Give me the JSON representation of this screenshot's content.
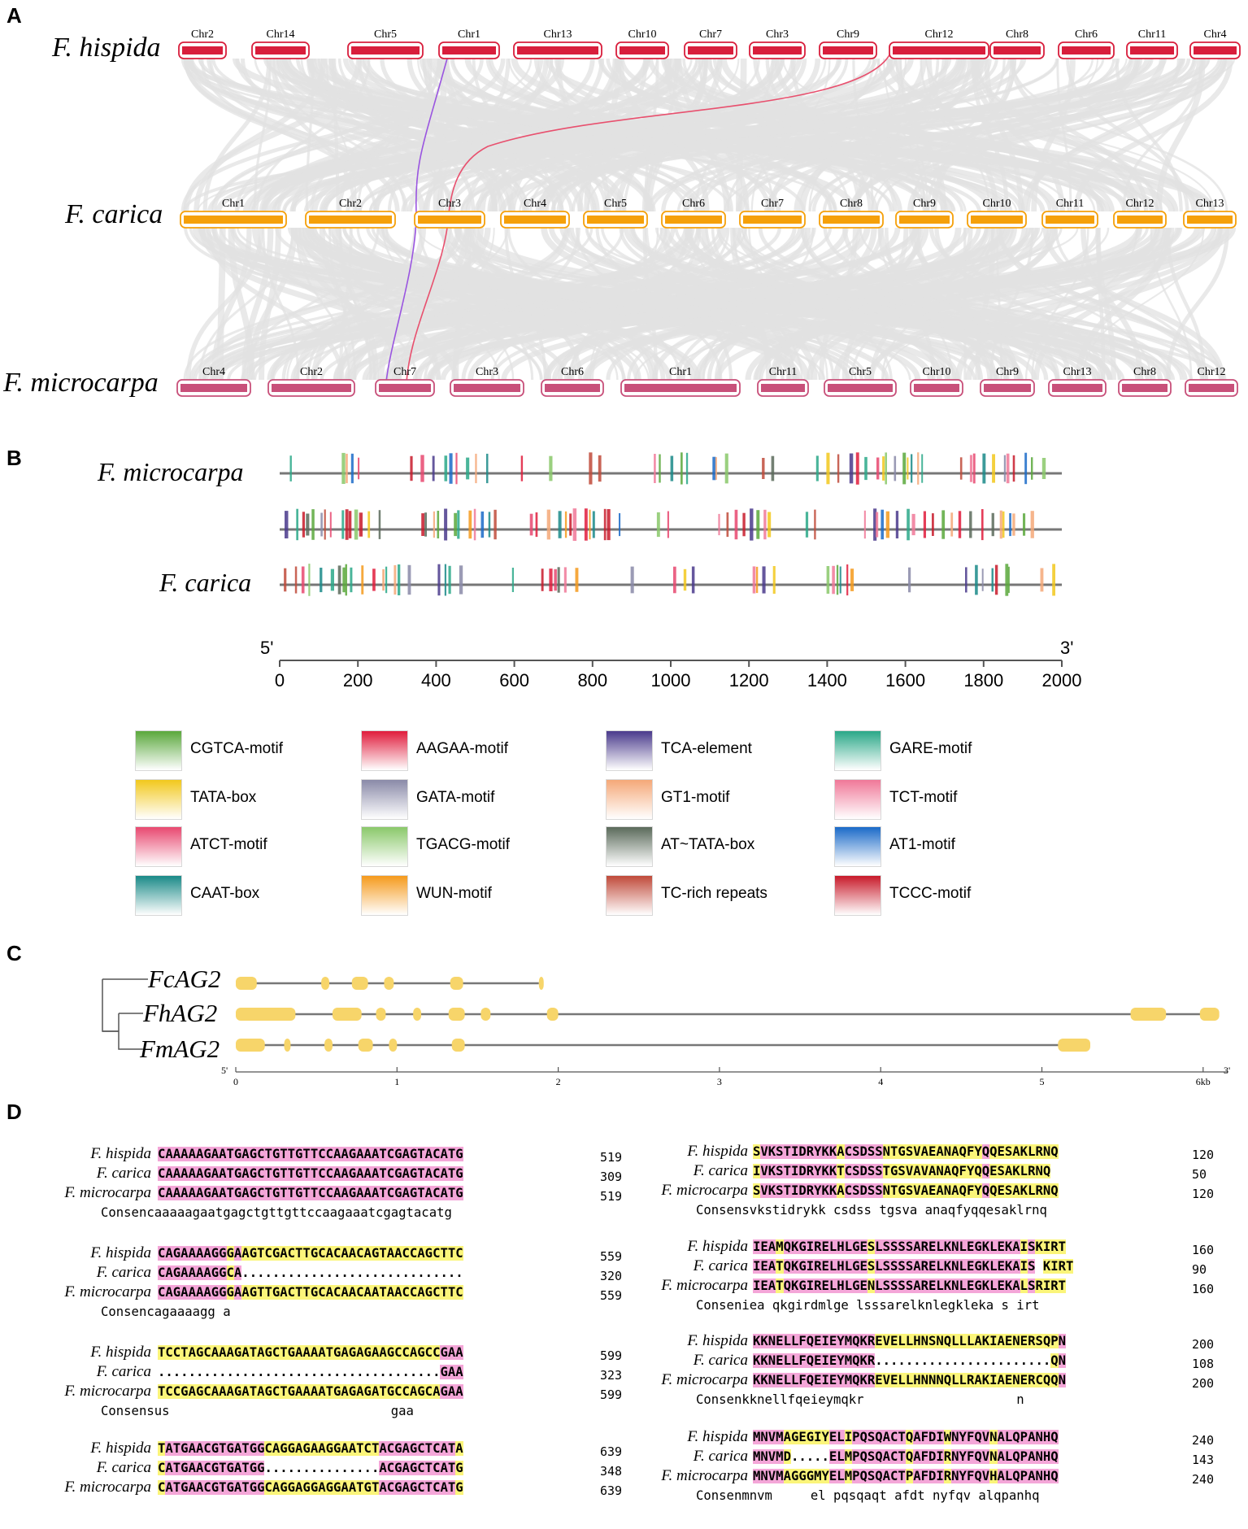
{
  "panels": {
    "a": "A",
    "b": "B",
    "c": "C",
    "d": "D"
  },
  "panelA": {
    "species": [
      "F. hispida",
      "F. carica",
      "F. microcarpa"
    ],
    "hispida_chr": [
      "Chr2",
      "Chr14",
      "Chr5",
      "Chr1",
      "Chr13",
      "Chr10",
      "Chr7",
      "Chr3",
      "Chr9",
      "Chr12",
      "Chr8",
      "Chr6",
      "Chr11",
      "Chr4"
    ],
    "carica_chr": [
      "Chr1",
      "Chr2",
      "Chr3",
      "Chr4",
      "Chr5",
      "Chr6",
      "Chr7",
      "Chr8",
      "Chr9",
      "Chr10",
      "Chr11",
      "Chr12",
      "Chr13"
    ],
    "microcarpa_chr": [
      "Chr4",
      "Chr2",
      "Chr7",
      "Chr3",
      "Chr6",
      "Chr1",
      "Chr11",
      "Chr5",
      "Chr10",
      "Chr9",
      "Chr13",
      "Chr8",
      "Chr12"
    ],
    "colors": {
      "hispida": "#d81e3c",
      "carica": "#f5a00a",
      "microcarpa": "#c8507a",
      "synteny": "#e2e2e2",
      "link1": "#9a55e0",
      "link2": "#e8506e"
    }
  },
  "panelB": {
    "species": [
      "F. microcarpa",
      "F. carica"
    ],
    "axis": {
      "left": "5'",
      "right": "3'",
      "ticks": [
        "0",
        "200",
        "400",
        "600",
        "800",
        "1000",
        "1200",
        "1400",
        "1600",
        "1800",
        "2000"
      ]
    },
    "legend": [
      {
        "label": "CGTCA-motif",
        "color": "#5aa83c"
      },
      {
        "label": "AAGAA-motif",
        "color": "#e01c3c"
      },
      {
        "label": "TCA-element",
        "color": "#4a3a8c"
      },
      {
        "label": "GARE-motif",
        "color": "#2aa888"
      },
      {
        "label": "TATA-box",
        "color": "#f2c81c"
      },
      {
        "label": "GATA-motif",
        "color": "#8a8aa8"
      },
      {
        "label": "GT1-motif",
        "color": "#f5a878"
      },
      {
        "label": "TCT-motif",
        "color": "#f07898"
      },
      {
        "label": "ATCT-motif",
        "color": "#e84870"
      },
      {
        "label": "TGACG-motif",
        "color": "#8ac86a"
      },
      {
        "label": "AT~TATA-box",
        "color": "#5a6a5a"
      },
      {
        "label": "AT1-motif",
        "color": "#1a6ac8"
      },
      {
        "label": "CAAT-box",
        "color": "#1a8a88"
      },
      {
        "label": "WUN-motif",
        "color": "#f59a1c"
      },
      {
        "label": "TC-rich repeats",
        "color": "#c04a3a"
      },
      {
        "label": "TCCC-motif",
        "color": "#c81a2a"
      }
    ]
  },
  "panelC": {
    "genes": [
      "FcAG2",
      "FhAG2",
      "FmAG2"
    ],
    "axis": {
      "left": "5'",
      "right": "3'",
      "ticks": [
        "0",
        "1",
        "2",
        "3",
        "4",
        "5",
        "6kb"
      ]
    },
    "exon_color": "#f7d56a"
  },
  "panelD": {
    "left_blocks": [
      {
        "names": [
          "F. hispida",
          "F. carica",
          "F. microcarpa"
        ],
        "seqs": [
          "CAAAAAGAATGAGCTGTTGTTCCAAGAAATCGAGTACATG",
          "CAAAAAGAATGAGCTGTTGTTCCAAGAAATCGAGTACATG",
          "CAAAAAGAATGAGCTGTTGTTCCAAGAAATCGAGTACATG"
        ],
        "nums": [
          "519",
          "309",
          "519"
        ],
        "consensus": "Consencaaaaagaatgagctgttgttccaagaaatcgagtacatg"
      },
      {
        "names": [
          "F. hispida",
          "F. carica",
          "F. microcarpa"
        ],
        "seqs": [
          "CAGAAAAGGGAAGTCGACTTGCACAACAGTAACCAGCTTC",
          "CAGAAAAGGCA.............................",
          "CAGAAAAGGGAAGTTGACTTGCACAACAATAACCAGCTTC"
        ],
        "nums": [
          "559",
          "320",
          "559"
        ],
        "consensus": "Consencagaaaagg a"
      },
      {
        "names": [
          "F. hispida",
          "F. carica",
          "F. microcarpa"
        ],
        "seqs": [
          "TCCTAGCAAAGATAGCTGAAAATGAGAGAAGCCAGCCGAA",
          ".....................................GAA",
          "TCCGAGCAAAGATAGCTGAAAATGAGAGATGCCAGCAGAA"
        ],
        "nums": [
          "599",
          "323",
          "599"
        ],
        "consensus": "Consensus                             gaa"
      },
      {
        "names": [
          "F. hispida",
          "F. carica",
          "F. microcarpa"
        ],
        "seqs": [
          "TATGAACGTGATGGCAGGAGAAGGAATCTACGAGCTCATA",
          "CATGAACGTGATGG...............ACGAGCTCATG",
          "CATGAACGTGATGGCAGGAGGAGGAATGTACGAGCTCATG"
        ],
        "nums": [
          "639",
          "348",
          "639"
        ],
        "consensus": ""
      }
    ],
    "right_blocks": [
      {
        "names": [
          "F. hispida",
          "F. carica",
          "F. microcarpa"
        ],
        "seqs": [
          "SVKSTIDRYKKACSDSSNTGSVAEANAQFYQQESAKLRNQ",
          "IVKSTIDRYKKTCSDSSTGSVAVANAQFYQQESAKLRNQ",
          "SVKSTIDRYKKACSDSSNTGSVAEANAQFYQQESAKLRNQ"
        ],
        "nums": [
          "120",
          "50",
          "120"
        ],
        "consensus": "Consensvkstidrykk csdss tgsva anaqfyqqesaklrnq"
      },
      {
        "names": [
          "F. hispida",
          "F. carica",
          "F. microcarpa"
        ],
        "seqs": [
          "IEAMQKGIRELHLGESLSSSSARELKNLEGKLEKAISKIRT",
          "IEATQKGIRELHLGESLSSSSARELKNLEGKLEKAIS KIRT",
          "IEATQKGIRELHLGENLSSSSARELKNLEGKLEKALSRIRT"
        ],
        "nums": [
          "160",
          "90",
          "160"
        ],
        "consensus": "Consenieа qkgirdmlge lsssarelknlegkleka s irt"
      },
      {
        "names": [
          "F. hispida",
          "F. carica",
          "F. microcarpa"
        ],
        "seqs": [
          "KKNELLFQEIEYMQKREVELLHNSNQLLLAKIAENERSQPN",
          "KKNELLFQEIEYMQKR.......................QN",
          "KKNELLFQEIEYMQKREVELLHNNNQLLRAKIAENERCQQN"
        ],
        "nums": [
          "200",
          "108",
          "200"
        ],
        "consensus": "Consenkknellfqeieymqkr                    n"
      },
      {
        "names": [
          "F. hispida",
          "F. carica",
          "F. microcarpa"
        ],
        "seqs": [
          "MNVMAGEGIYELIPQSQACTQAFDIWNYFQVNALQPANHQ",
          "MNVMD.....ELMPQSQACTQAFDIRNYFQVNALQPANHQ",
          "MNVMAGGGMYELMPQSQACTPAFDIRNYFQVHALQPANHQ"
        ],
        "nums": [
          "240",
          "143",
          "240"
        ],
        "consensus": "Consenmnvm     el pqsqaqt afdt nyfqv alqpanhq"
      }
    ],
    "colors": {
      "identical": "#f4a6d8",
      "similar": "#fbf57a"
    }
  }
}
